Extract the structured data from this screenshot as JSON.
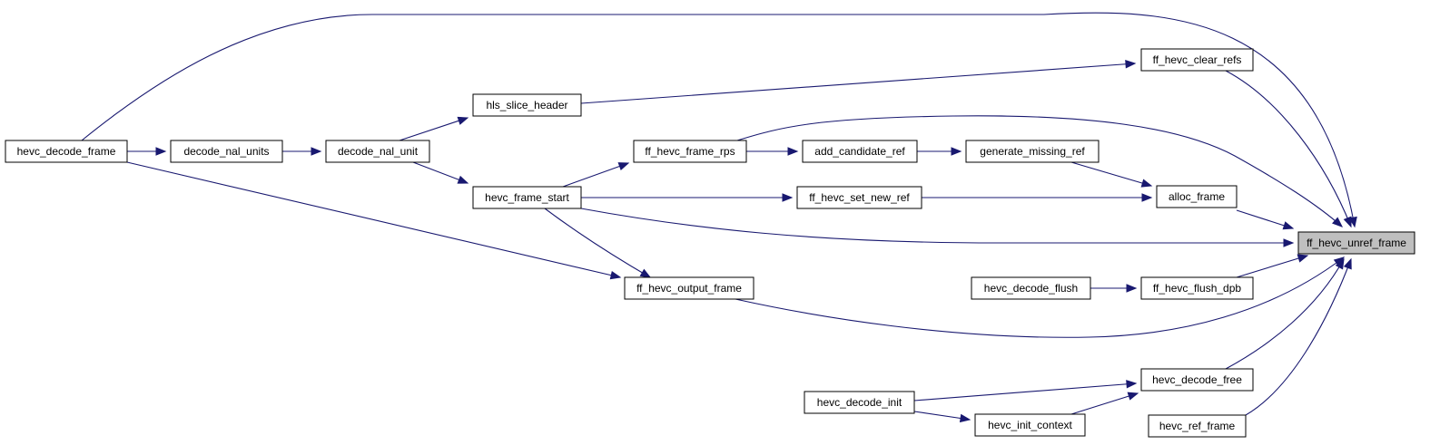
{
  "nodes": [
    {
      "id": "unref",
      "label": "ff_hevc_unref_frame",
      "highlight": true
    },
    {
      "id": "clear_refs",
      "label": "ff_hevc_clear_refs"
    },
    {
      "id": "alloc_frame",
      "label": "alloc_frame"
    },
    {
      "id": "flush_dpb",
      "label": "ff_hevc_flush_dpb"
    },
    {
      "id": "decode_free",
      "label": "hevc_decode_free"
    },
    {
      "id": "ref_frame",
      "label": "hevc_ref_frame"
    },
    {
      "id": "decode_frame",
      "label": "hevc_decode_frame"
    },
    {
      "id": "decode_nal_units",
      "label": "decode_nal_units"
    },
    {
      "id": "decode_nal_unit",
      "label": "decode_nal_unit"
    },
    {
      "id": "hls_slice_header",
      "label": "hls_slice_header"
    },
    {
      "id": "frame_start",
      "label": "hevc_frame_start"
    },
    {
      "id": "frame_rps",
      "label": "ff_hevc_frame_rps"
    },
    {
      "id": "add_candidate_ref",
      "label": "add_candidate_ref"
    },
    {
      "id": "generate_missing_ref",
      "label": "generate_missing_ref"
    },
    {
      "id": "set_new_ref",
      "label": "ff_hevc_set_new_ref"
    },
    {
      "id": "output_frame",
      "label": "ff_hevc_output_frame"
    },
    {
      "id": "decode_flush",
      "label": "hevc_decode_flush"
    },
    {
      "id": "decode_init",
      "label": "hevc_decode_init"
    },
    {
      "id": "init_context",
      "label": "hevc_init_context"
    }
  ],
  "edges": [
    {
      "from": "decode_frame",
      "to": "unref"
    },
    {
      "from": "clear_refs",
      "to": "unref"
    },
    {
      "from": "hls_slice_header",
      "to": "clear_refs"
    },
    {
      "from": "decode_nal_unit",
      "to": "hls_slice_header"
    },
    {
      "from": "frame_rps",
      "to": "unref"
    },
    {
      "from": "frame_start",
      "to": "frame_rps"
    },
    {
      "from": "frame_rps",
      "to": "add_candidate_ref"
    },
    {
      "from": "add_candidate_ref",
      "to": "generate_missing_ref"
    },
    {
      "from": "generate_missing_ref",
      "to": "alloc_frame"
    },
    {
      "from": "decode_frame",
      "to": "decode_nal_units"
    },
    {
      "from": "decode_nal_units",
      "to": "decode_nal_unit"
    },
    {
      "from": "decode_nal_unit",
      "to": "frame_start"
    },
    {
      "from": "frame_start",
      "to": "set_new_ref"
    },
    {
      "from": "set_new_ref",
      "to": "alloc_frame"
    },
    {
      "from": "alloc_frame",
      "to": "unref"
    },
    {
      "from": "frame_start",
      "to": "unref"
    },
    {
      "from": "decode_frame",
      "to": "output_frame"
    },
    {
      "from": "frame_start",
      "to": "output_frame"
    },
    {
      "from": "output_frame",
      "to": "unref"
    },
    {
      "from": "decode_flush",
      "to": "flush_dpb"
    },
    {
      "from": "flush_dpb",
      "to": "unref"
    },
    {
      "from": "decode_free",
      "to": "unref"
    },
    {
      "from": "decode_init",
      "to": "decode_free"
    },
    {
      "from": "decode_init",
      "to": "init_context"
    },
    {
      "from": "init_context",
      "to": "decode_free"
    },
    {
      "from": "ref_frame",
      "to": "unref"
    }
  ]
}
